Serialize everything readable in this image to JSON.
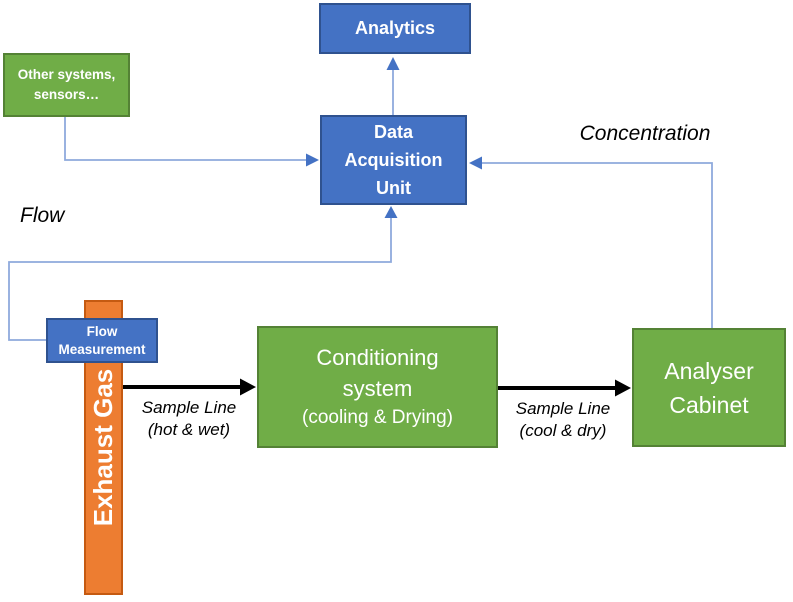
{
  "diagram": {
    "boxes": {
      "analytics": {
        "label": "Analytics"
      },
      "other_systems": {
        "text": "Other systems,\nsensors…"
      },
      "dau": {
        "text": "Data\nAcquisition\nUnit"
      },
      "flow_measurement": {
        "text": "Flow\nMeasurement"
      },
      "exhaust_gas": {
        "label": "Exhaust Gas"
      },
      "conditioning": {
        "title": "Conditioning\nsystem",
        "subtitle": "(cooling & Drying)"
      },
      "analyser_cabinet": {
        "text": "Analyser\nCabinet"
      }
    },
    "labels": {
      "flow": "Flow",
      "concentration": "Concentration",
      "sample_line_hot": "Sample Line\n(hot & wet)",
      "sample_line_cool": "Sample Line\n(cool & dry)"
    },
    "connectors": [
      {
        "from": "Other systems, sensors…",
        "to": "Data Acquisition Unit",
        "style": "thin-blue-arrow"
      },
      {
        "from": "Data Acquisition Unit",
        "to": "Analytics",
        "style": "thin-blue-arrow"
      },
      {
        "from": "Flow Measurement",
        "to": "Data Acquisition Unit",
        "style": "thin-blue-arrow",
        "meaning": "Flow"
      },
      {
        "from": "Analyser Cabinet",
        "to": "Data Acquisition Unit",
        "style": "thin-blue-arrow",
        "meaning": "Concentration"
      },
      {
        "from": "Exhaust Gas",
        "to": "Conditioning system",
        "style": "thick-black-arrow",
        "meaning": "Sample Line (hot & wet)"
      },
      {
        "from": "Conditioning system",
        "to": "Analyser Cabinet",
        "style": "thick-black-arrow",
        "meaning": "Sample Line (cool & dry)"
      }
    ],
    "colors": {
      "box_blue": "#4472C4",
      "box_blue_border": "#2F528F",
      "box_green": "#70AD47",
      "box_green_border": "#548235",
      "box_orange": "#ED7D31",
      "box_orange_border": "#C55A11",
      "connector_blue_line": "#8FAADC",
      "connector_blue_arrowhead": "#4472C4",
      "connector_black": "#000000",
      "label_text": "#000000",
      "box_text": "#FFFFFF"
    }
  }
}
